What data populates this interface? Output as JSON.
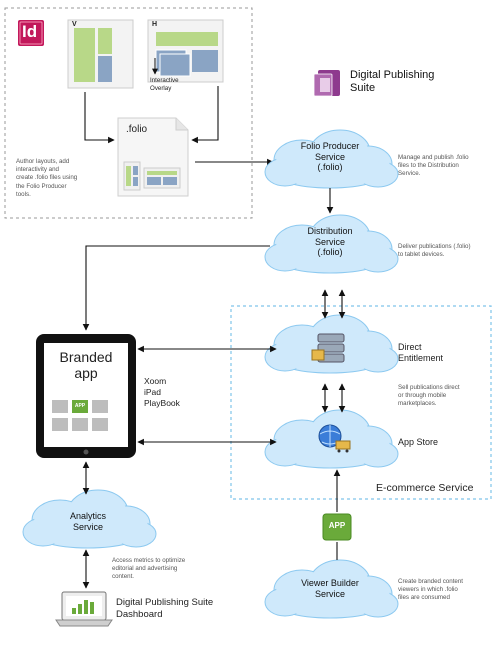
{
  "authoring": {
    "indesign_logo": "Id",
    "vertical_label": "V",
    "horizontal_label": "H",
    "overlay_label": "Interactive\nOverlay",
    "folio_label": ".folio",
    "description": "Author layouts, add\ninteractivity and\ncreate .folio files using\nthe Folio Producer\ntools."
  },
  "dps": {
    "title": "Digital Publishing\nSuite"
  },
  "folio_producer": {
    "label": "Folio Producer\nService\n(.folio)",
    "description": "Manage and publish .folio\nfiles to the Distribution\nService."
  },
  "distribution": {
    "label": "Distribution\nService\n(.folio)",
    "description": "Deliver publications (.folio)\nto tablet devices."
  },
  "branded_app": {
    "title": "Branded\napp",
    "badge": "APP",
    "devices": "Xoom\niPad\nPlayBook"
  },
  "ecommerce": {
    "title": "E-commerce Service",
    "direct_entitlement": "Direct\nEntitlement",
    "sell_description": "Sell publications direct\nor through mobile\nmarketplaces.",
    "app_store": "App Store"
  },
  "analytics": {
    "label": "Analytics\nService",
    "description": "Access metrics to optimize\neditorial and advertising\ncontent."
  },
  "dashboard": {
    "label": "Digital Publishing Suite\nDashboard"
  },
  "viewer_builder": {
    "badge": "APP",
    "label": "Viewer Builder\nService",
    "description": "Create branded content\nviewers in which .folio\nfiles are consumed"
  },
  "colors": {
    "cloud_fill": "#cfe9fb",
    "cloud_stroke": "#8cc9f0",
    "dashed_authoring": "#9a9a9a",
    "dashed_ecommerce": "#7fc4ea",
    "green_block": "#b8d888",
    "blue_block": "#8aa4c4",
    "app_green": "#6aaa3a",
    "indesign_pink": "#c2185b",
    "dps_purple": "#8e3a8e"
  }
}
